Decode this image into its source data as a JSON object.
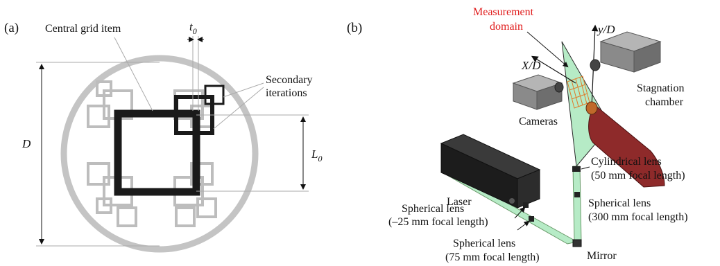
{
  "panel_a": {
    "panel_label": "(a)",
    "central_label": "Central grid item",
    "thickness_label": "t",
    "thickness_sub": "0",
    "secondary_line1": "Secondary",
    "secondary_line2": "iterations",
    "diameter_label": "D",
    "length_label": "L",
    "length_sub": "0",
    "colors": {
      "outer_ring": "#c4c4c4",
      "central_item": "#1a1a1a",
      "secondary_item": "#bdbdbd"
    }
  },
  "panel_b": {
    "panel_label": "(b)",
    "measurement_line1": "Measurement",
    "measurement_line2": "domain",
    "y_axis_label": "y/D",
    "x_axis_label": "X/D",
    "stagnation_line1": "Stagnation",
    "stagnation_line2": "chamber",
    "cameras_label": "Cameras",
    "cyl_lens_line1": "Cylindrical lens",
    "cyl_lens_line2": "(50 mm focal length)",
    "sph_lens_300_line1": "Spherical lens",
    "sph_lens_300_line2": "(300 mm focal length)",
    "laser_label": "Laser",
    "sph_lens_neg25_line1": "Spherical lens",
    "sph_lens_neg25_line2": "(–25 mm focal length)",
    "sph_lens_75_line1": "Spherical lens",
    "sph_lens_75_line2": "(75 mm focal length)",
    "mirror_label": "Mirror",
    "colors": {
      "measurement_label": "#e01b1b",
      "laser_sheet": "#b6ebc6",
      "chamber": "#8e2a2a",
      "laser_body": "#1c1c1c",
      "camera": "#8a8a8a"
    }
  }
}
